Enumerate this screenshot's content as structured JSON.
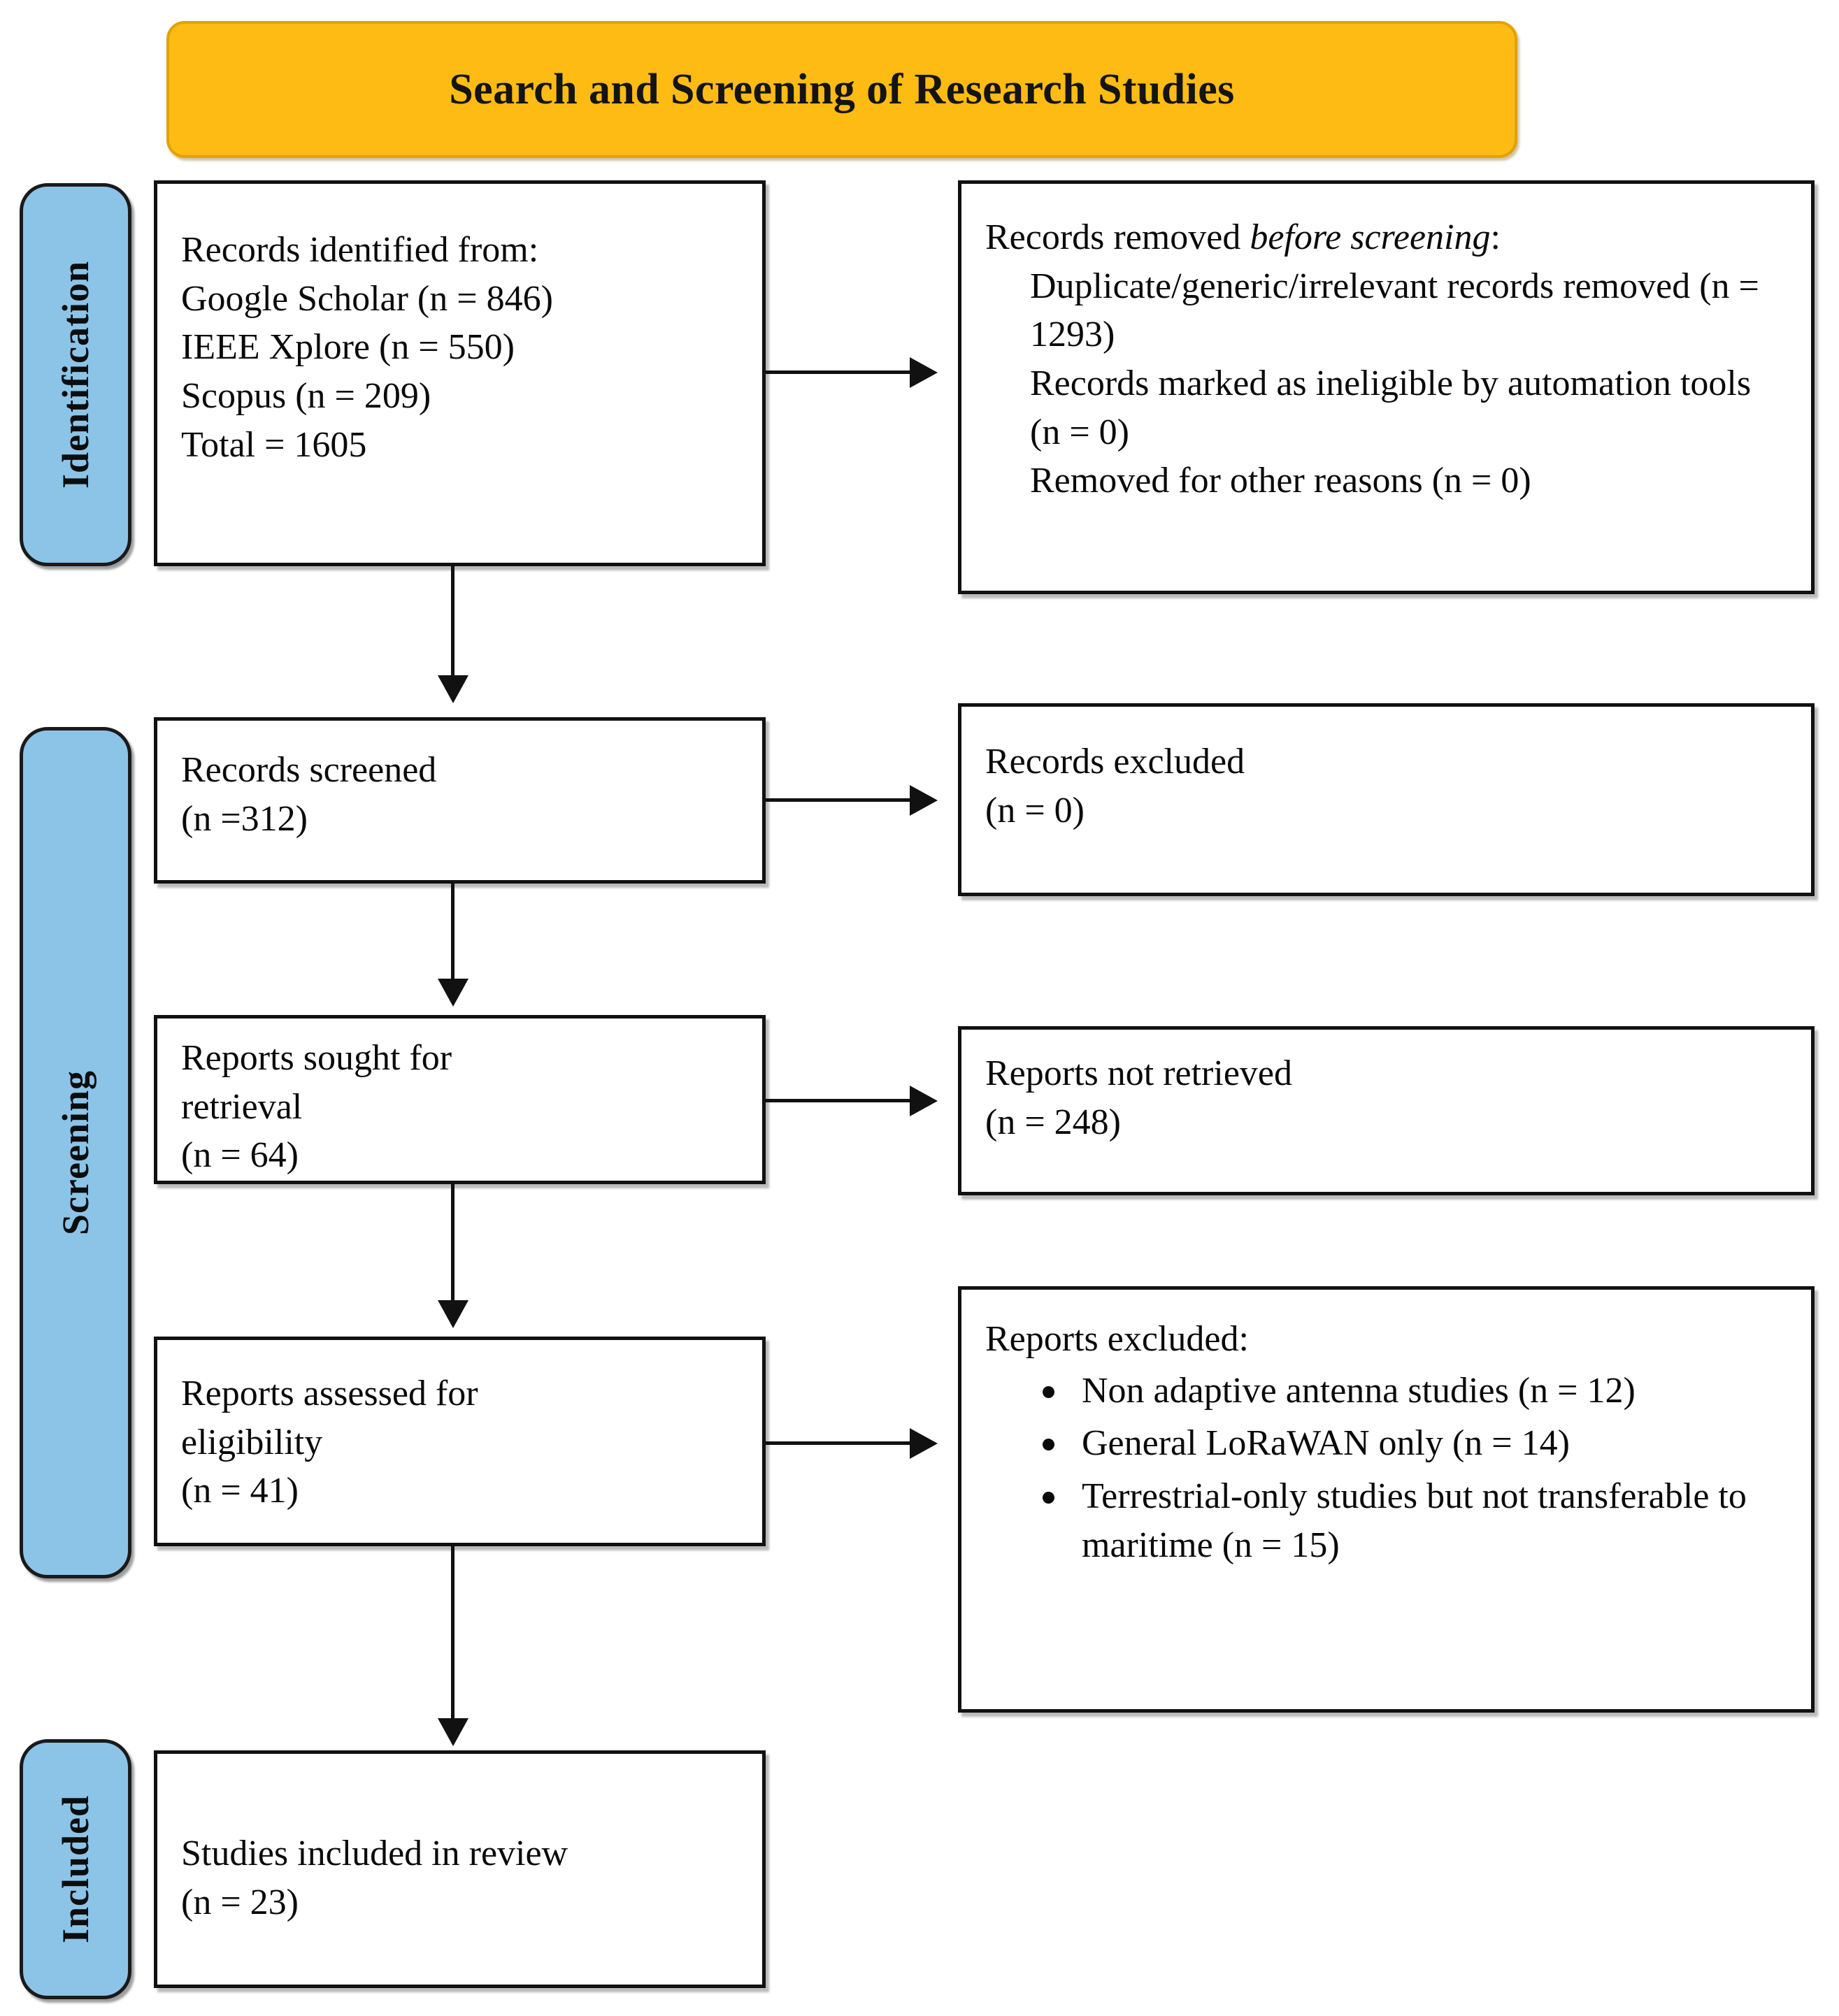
{
  "banner": {
    "title": "Search and Screening of Research Studies"
  },
  "stages": [
    {
      "key": "identification",
      "label": "Identification"
    },
    {
      "key": "screening",
      "label": "Screening"
    },
    {
      "key": "included",
      "label": "Included"
    }
  ],
  "boxes": {
    "identified": {
      "lines": [
        "Records identified from:",
        "Google Scholar (n = 846)",
        "IEEE Xplore (n = 550)",
        "Scopus (n = 209)",
        "Total = 1605"
      ]
    },
    "removed": {
      "heading_prefix": "Records removed ",
      "heading_italic": "before screening",
      "heading_suffix": ":",
      "items": [
        "Duplicate/generic/irrelevant records removed (n = 1293)",
        "Records marked as ineligible by automation tools (n = 0)",
        "Removed for other reasons (n = 0)"
      ]
    },
    "screened": {
      "line1": "Records screened",
      "line2": "(n =312)"
    },
    "records_excluded": {
      "line1": "Records excluded",
      "line2": "(n = 0)"
    },
    "sought": {
      "line1": "Reports sought for",
      "line2": "retrieval",
      "line3": "(n = 64)"
    },
    "not_retrieved": {
      "line1": "Reports not retrieved",
      "line2": "(n = 248)"
    },
    "assessed": {
      "line1": "Reports assessed for",
      "line2": "eligibility",
      "line3": "(n = 41)"
    },
    "reports_excluded": {
      "heading": "Reports excluded:",
      "bullets": [
        "Non adaptive antenna studies (n = 12)",
        "General LoRaWAN only (n = 14)",
        "Terrestrial-only studies but not transferable to maritime (n = 15)"
      ]
    },
    "included_studies": {
      "line1": "Studies included in review",
      "line2": "(n = 23)"
    }
  },
  "colors": {
    "banner_fill": "#FDBB13",
    "banner_border": "#E3A200",
    "pill_fill": "#8CC4E8",
    "box_border": "#111111",
    "text": "#0a0a0a"
  }
}
